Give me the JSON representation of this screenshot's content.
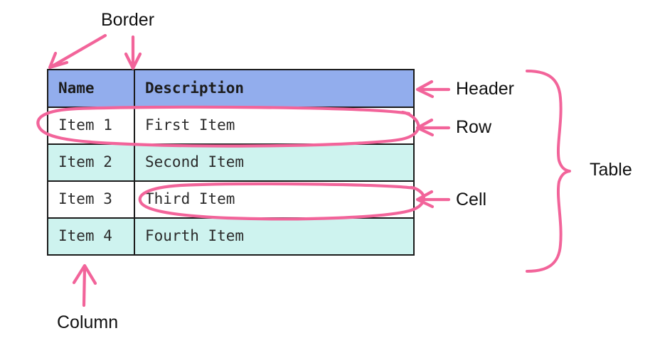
{
  "diagram": {
    "title_text": "HTML table anatomy diagram",
    "accent_color": "#f2649a",
    "header_fill": "#92aded",
    "row_alt_fill": "#cef3ef",
    "row_fill": "#ffffff",
    "border_color": "#1a1a1a",
    "text_color": "#2b2b2b"
  },
  "table": {
    "columns": [
      "Name",
      "Description"
    ],
    "rows": [
      {
        "name": "Item 1",
        "description": "First Item"
      },
      {
        "name": "Item 2",
        "description": "Second Item"
      },
      {
        "name": "Item 3",
        "description": "Third Item"
      },
      {
        "name": "Item 4",
        "description": "Fourth Item"
      }
    ]
  },
  "annotations": {
    "border": "Border",
    "header": "Header",
    "row": "Row",
    "cell": "Cell",
    "table": "Table",
    "column": "Column"
  }
}
